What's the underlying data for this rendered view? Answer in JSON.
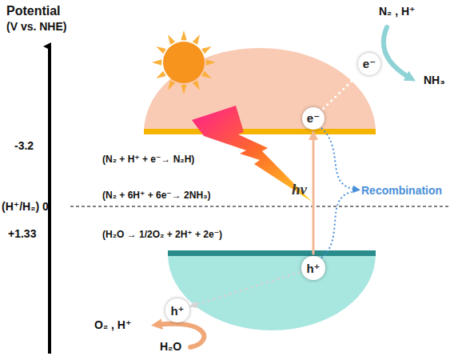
{
  "diagram": {
    "nodes": [
      {
        "text": [
          "e⁻"
        ]
      },
      {
        "text": [
          "e⁻"
        ]
      },
      {
        "text": [
          "h⁺"
        ]
      },
      {
        "text": [
          "h⁺"
        ]
      }
    ],
    "edges": [
      {
        "from": 2,
        "to": 1,
        "arrow": "to",
        "label": "hν"
      },
      {
        "from": 1,
        "to": 0,
        "arrow": "to"
      },
      {
        "from": 2,
        "to": 3,
        "arrow": "to"
      }
    ],
    "labels": [
      "Potential",
      "(V vs. NHE)",
      "-3.2",
      "(N₂ + H⁺ + e⁻→ N₂H)",
      "(N₂ + 6H⁺ + 6e⁻→ 2NH₃)",
      "(H⁺/H₂) 0",
      "+1.33",
      "(H₂O → 1/2O₂ + 2H⁺ + 2e⁻)",
      "N₂ , H⁺",
      "NH₃",
      "Recombination",
      "O₂ , H⁺",
      "H₂O"
    ]
  }
}
